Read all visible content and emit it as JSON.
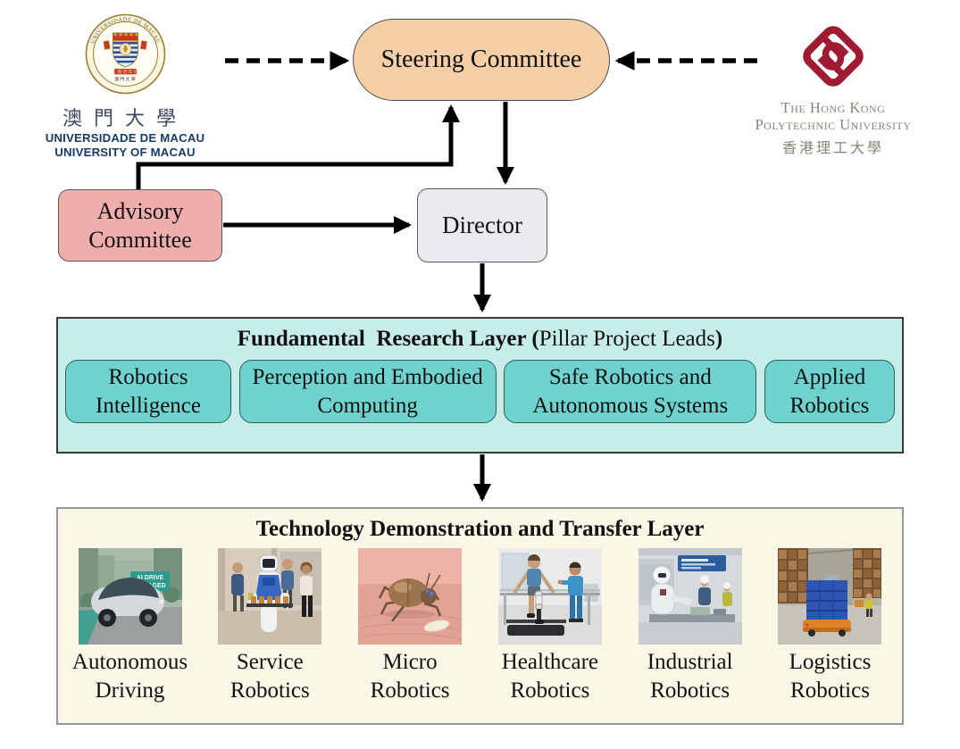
{
  "logos": {
    "um": {
      "seal_arc_text": "UNIVERSIDADE DE MACAU",
      "seal_motto": "仁義禮知信",
      "seal_bottom": "澳門大學",
      "cjk_name": "澳門大學",
      "name_pt": "UNIVERSIDADE DE MACAU",
      "name_en": "UNIVERSITY OF MACAU"
    },
    "polyu": {
      "name_en_line1": "The Hong Kong",
      "name_en_line2": "Polytechnic University",
      "cjk_name": "香港理工大學"
    }
  },
  "org_chart": {
    "steering_committee": "Steering Committee",
    "advisory_committee": "Advisory Committee",
    "director": "Director"
  },
  "research_layer": {
    "title_bold_start": "Fundamental  Research Layer (",
    "title_regular": "Pillar Project Leads",
    "title_bold_end": ")",
    "pillars": [
      "Robotics Intelligence",
      "Perception and Embodied Computing",
      "Safe Robotics and Autonomous Systems",
      "Applied Robotics"
    ]
  },
  "tech_layer": {
    "title": "Technology Demonstration and Transfer Layer",
    "items": [
      {
        "label": "Autonomous Driving",
        "overlay_line1": "AI DRIVE",
        "overlay_line2": "ENGAGED"
      },
      {
        "label": "Service Robotics"
      },
      {
        "label": "Micro Robotics"
      },
      {
        "label": "Healthcare Robotics"
      },
      {
        "label": "Industrial Robotics"
      },
      {
        "label": "Logistics Robotics"
      }
    ]
  },
  "colors": {
    "steering_fill": "#F6CFA6",
    "advisory_fill": "#EFAEAC",
    "director_fill": "#E9EBEE",
    "research_layer_bg": "#C7EDE9",
    "pillar_fill": "#6FD2CE",
    "tech_layer_bg": "#FBF7E6",
    "polyu_red": "#9E1B32",
    "um_navy": "#173B68",
    "arrow": "#000000"
  }
}
